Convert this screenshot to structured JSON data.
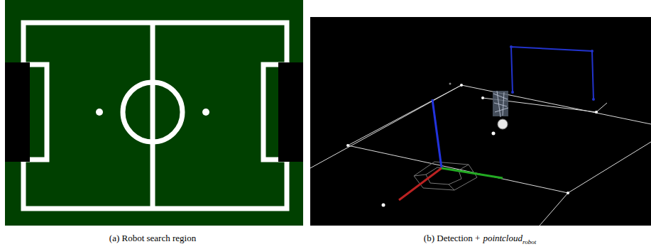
{
  "diagram": {
    "labels": [
      "(a) Robot search region",
      "(b) Detection +",
      "pointcloud",
      "robot"
    ]
  }
}
